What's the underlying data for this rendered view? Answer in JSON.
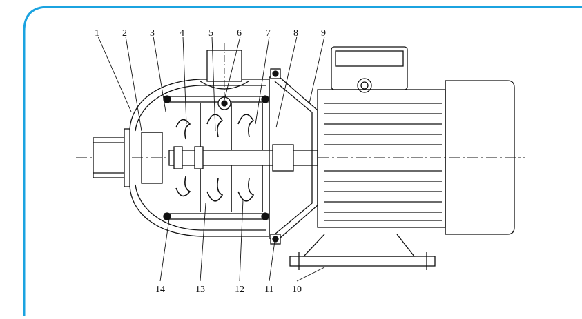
{
  "figure": {
    "frame_color": "#1ba3e0",
    "line_color": "#111111"
  },
  "callouts": [
    {
      "label": "1"
    },
    {
      "label": "2"
    },
    {
      "label": "3"
    },
    {
      "label": "4"
    },
    {
      "label": "5"
    },
    {
      "label": "6"
    },
    {
      "label": "7"
    },
    {
      "label": "8"
    },
    {
      "label": "9"
    },
    {
      "label": "10"
    },
    {
      "label": "11"
    },
    {
      "label": "12"
    },
    {
      "label": "13"
    },
    {
      "label": "14"
    }
  ]
}
